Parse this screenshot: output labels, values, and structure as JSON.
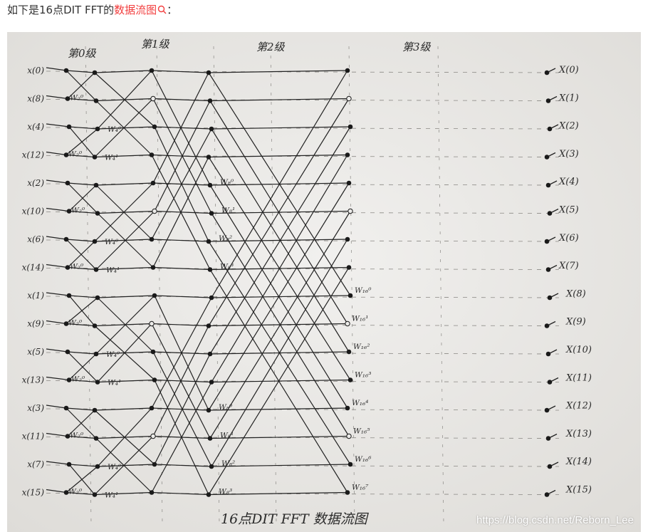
{
  "intro": {
    "prefix": "如下是16点DIT FFT的",
    "link": "数据流图",
    "suffix": "："
  },
  "figure": {
    "stage_labels": [
      "第0级",
      "第1级",
      "第2级",
      "第3级"
    ],
    "inputs": [
      "x(0)",
      "x(8)",
      "x(4)",
      "x(12)",
      "x(2)",
      "x(10)",
      "x(6)",
      "x(14)",
      "x(1)",
      "x(9)",
      "x(5)",
      "x(13)",
      "x(3)",
      "x(11)",
      "x(7)",
      "x(15)"
    ],
    "outputs": [
      "X(0)",
      "X(1)",
      "X(2)",
      "X(3)",
      "X(4)",
      "X(5)",
      "X(6)",
      "X(7)",
      "X(8)",
      "X(9)",
      "X(10)",
      "X(11)",
      "X(12)",
      "X(13)",
      "X(14)",
      "X(15)"
    ],
    "twiddles": {
      "stage0": [
        "W₂⁰",
        "W₂⁰",
        "W₂⁰",
        "W₂⁰",
        "W₂⁰",
        "W₂⁰",
        "W₂⁰",
        "W₂⁰"
      ],
      "stage1": [
        "W₄⁰",
        "W₄¹",
        "W₄⁰",
        "W₄¹",
        "W₄⁰",
        "W₄¹",
        "W₄⁰",
        "W₄¹"
      ],
      "stage2": [
        "W₈⁰",
        "W₈¹",
        "W₈²",
        "W₈³",
        "W₈⁰",
        "W₈¹",
        "W₈²",
        "W₈³"
      ],
      "stage3": [
        "W₁₆⁰",
        "W₁₆¹",
        "W₁₆²",
        "W₁₆³",
        "W₁₆⁴",
        "W₁₆⁵",
        "W₁₆⁶",
        "W₁₆⁷"
      ]
    },
    "caption": "16点DIT FFT 数据流图",
    "watermark": "https://blog.csdn.net/Reborn_Lee"
  }
}
